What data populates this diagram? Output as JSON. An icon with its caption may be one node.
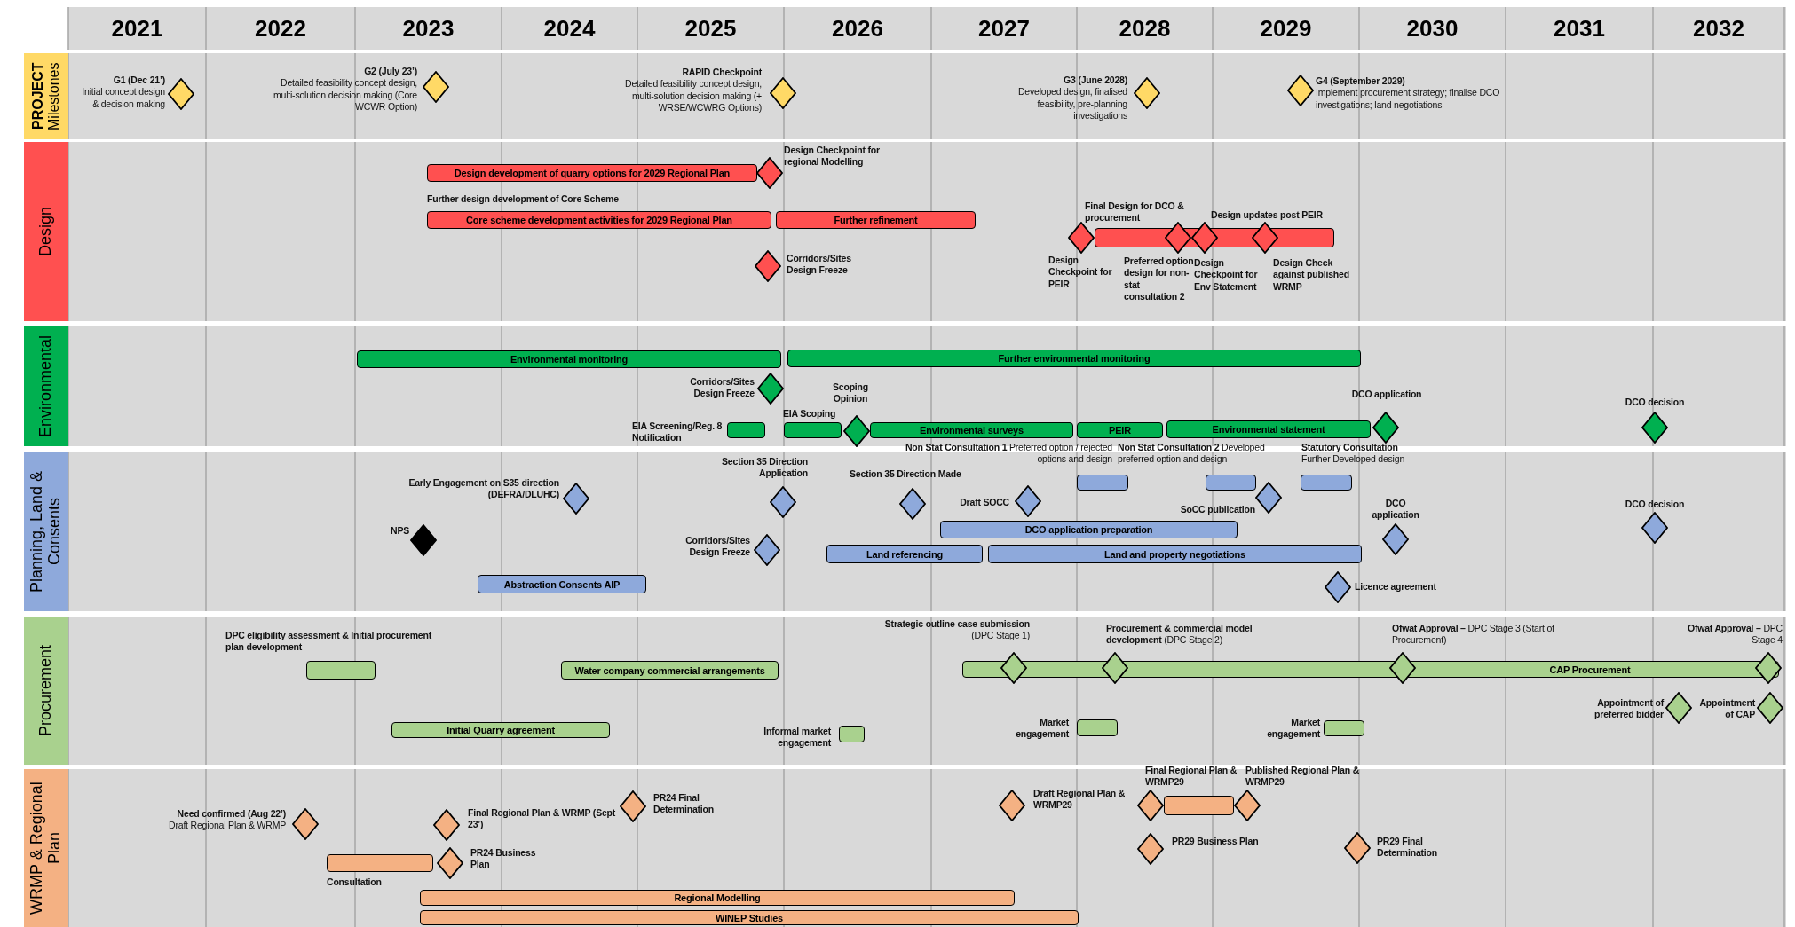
{
  "diagram": {
    "nodes": [
      {
        "text": [
          "PROJECT",
          "Milestones"
        ]
      },
      {
        "text": [],
        "shape": "diamond",
        "in": 0,
        "beside": [
          "G1 (Dec 21’)",
          "Initial concept design & decision making"
        ]
      },
      {
        "text": [],
        "shape": "diamond",
        "in": 0,
        "beside": [
          "G2 (July 23’)",
          "Detailed feasibility concept design, multi-solution decision making (Core WCWR Option)"
        ]
      },
      {
        "text": [],
        "shape": "diamond",
        "in": 0,
        "beside": [
          "RAPID Checkpoint",
          "Detailed feasibility concept design, multi-solution decision making (+ WRSE/WCWRG Options)"
        ]
      },
      {
        "text": [],
        "shape": "diamond",
        "in": 0,
        "beside": [
          "G3 (June 2028)",
          "Developed design, finalised feasibility, pre-planning investigations"
        ]
      },
      {
        "text": [],
        "shape": "diamond",
        "in": 0,
        "beside": [
          "G4 (September 2029)",
          "Implement procurement strategy; finalise DCO investigations; land negotiations"
        ]
      },
      {
        "text": [
          "Design"
        ]
      },
      {
        "text": [
          "Design development of quarry options for 2029 Regional Plan"
        ],
        "in": 6
      },
      {
        "text": [],
        "shape": "diamond",
        "in": 6,
        "beside": [
          "Design Checkpoint for regional Modelling"
        ]
      },
      {
        "text": [
          "Core scheme development activities for 2029 Regional Plan"
        ],
        "in": 6,
        "beside": [
          "Further design development of Core Scheme"
        ]
      },
      {
        "text": [
          "Further refinement"
        ],
        "in": 6
      },
      {
        "text": [],
        "shape": "diamond",
        "in": 6,
        "beside": [
          "Corridors/Sites Design Freeze"
        ]
      },
      {
        "text": [],
        "shape": "bar",
        "in": 6,
        "beside": [
          "Final Design for DCO & procurement",
          "Design updates post PEIR"
        ]
      },
      {
        "text": [],
        "shape": "diamond",
        "in": 6,
        "beside": [
          "Design Checkpoint for PEIR"
        ]
      },
      {
        "text": [],
        "shape": "diamond",
        "in": 6,
        "beside": [
          "Preferred option design for non-stat consultation 2"
        ]
      },
      {
        "text": [],
        "shape": "diamond",
        "in": 6,
        "beside": [
          "Design Checkpoint for Env Statement"
        ]
      },
      {
        "text": [],
        "shape": "diamond",
        "in": 6,
        "beside": [
          "Design Check against published WRMP"
        ]
      },
      {
        "text": [
          "Environmental"
        ]
      },
      {
        "text": [
          "Environmental monitoring"
        ],
        "in": 17
      },
      {
        "text": [
          "Further environmental monitoring"
        ],
        "in": 17
      },
      {
        "text": [],
        "shape": "diamond",
        "in": 17,
        "beside": [
          "Corridors/Sites Design Freeze"
        ]
      },
      {
        "text": [],
        "shape": "bar",
        "in": 17,
        "beside": [
          "EIA Screening/Reg. 8 Notification"
        ]
      },
      {
        "text": [],
        "shape": "bar",
        "in": 17,
        "beside": [
          "EIA Scoping"
        ]
      },
      {
        "text": [],
        "shape": "diamond",
        "in": 17,
        "beside": [
          "Scoping Opinion"
        ]
      },
      {
        "text": [
          "Environmental surveys"
        ],
        "in": 17
      },
      {
        "text": [
          "PEIR"
        ],
        "in": 17
      },
      {
        "text": [
          "Environmental statement"
        ],
        "in": 17
      },
      {
        "text": [],
        "shape": "diamond",
        "in": 17,
        "beside": [
          "DCO application"
        ]
      },
      {
        "text": [],
        "shape": "diamond",
        "in": 17,
        "beside": [
          "DCO decision"
        ]
      },
      {
        "text": [
          "Planning, Land & Consents"
        ]
      },
      {
        "text": [],
        "shape": "diamond",
        "in": 29,
        "beside": [
          "Early Engagement on S35 direction (DEFRA/DLUHC)"
        ]
      },
      {
        "text": [],
        "shape": "diamond",
        "in": 29,
        "beside": [
          "NPS"
        ]
      },
      {
        "text": [
          "Abstraction Consents AIP"
        ],
        "in": 29
      },
      {
        "text": [],
        "shape": "diamond",
        "in": 29,
        "beside": [
          "Section 35 Direction Application"
        ]
      },
      {
        "text": [],
        "shape": "diamond",
        "in": 29,
        "beside": [
          "Corridors/Sites Design Freeze"
        ]
      },
      {
        "text": [
          "Land referencing"
        ],
        "in": 29
      },
      {
        "text": [],
        "shape": "diamond",
        "in": 29,
        "beside": [
          "Section 35 Direction Made"
        ]
      },
      {
        "text": [
          "DCO application preparation"
        ],
        "in": 29
      },
      {
        "text": [],
        "shape": "diamond",
        "in": 29,
        "beside": [
          "Draft SOCC"
        ]
      },
      {
        "text": [
          "Land and property negotiations"
        ],
        "in": 29
      },
      {
        "text": [],
        "shape": "bar",
        "in": 29,
        "beside": [
          "**Non Stat Consultation 1** Preferred option / rejected options and design"
        ]
      },
      {
        "text": [],
        "shape": "bar",
        "in": 29,
        "beside": [
          "**Non Stat Consultation 2** Developed preferred option and design"
        ]
      },
      {
        "text": [],
        "shape": "diamond",
        "in": 29,
        "beside": [
          "SoCC publication"
        ]
      },
      {
        "text": [],
        "shape": "bar",
        "in": 29,
        "beside": [
          "Statutory Consultation",
          "Further Developed design"
        ]
      },
      {
        "text": [],
        "shape": "diamond",
        "in": 29,
        "beside": [
          "Licence agreement"
        ]
      },
      {
        "text": [],
        "shape": "diamond",
        "in": 29,
        "beside": [
          "DCO application"
        ]
      },
      {
        "text": [],
        "shape": "diamond",
        "in": 29,
        "beside": [
          "DCO decision"
        ]
      },
      {
        "text": [
          "Procurement"
        ]
      },
      {
        "text": [],
        "shape": "bar",
        "in": 47,
        "beside": [
          "DPC eligibility assessment & Initial procurement plan development"
        ]
      },
      {
        "text": [
          "Water company commercial arrangements"
        ],
        "in": 47
      },
      {
        "text": [
          "Initial Quarry agreement"
        ],
        "in": 47
      },
      {
        "text": [],
        "shape": "bar",
        "in": 47,
        "beside": [
          "Informal market engagement"
        ]
      },
      {
        "text": [
          "CAP Procurement"
        ],
        "in": 47
      },
      {
        "text": [],
        "shape": "diamond",
        "in": 47,
        "beside": [
          "Strategic outline case submission",
          "(DPC Stage 1)"
        ]
      },
      {
        "text": [],
        "shape": "diamond",
        "in": 47,
        "beside": [
          "**Procurement & commercial model development** (DPC Stage 2)"
        ]
      },
      {
        "text": [],
        "shape": "bar",
        "in": 47,
        "beside": [
          "Market engagement"
        ]
      },
      {
        "text": [],
        "shape": "diamond",
        "in": 47,
        "beside": [
          "**Ofwat Approval –** DPC Stage 3 (Start of Procurement)"
        ]
      },
      {
        "text": [],
        "shape": "bar",
        "in": 47,
        "beside": [
          "Market engagement"
        ]
      },
      {
        "text": [],
        "shape": "diamond",
        "in": 47,
        "beside": [
          "**Ofwat Approval –** DPC Stage 4"
        ]
      },
      {
        "text": [],
        "shape": "diamond",
        "in": 47,
        "beside": [
          "Appointment of preferred bidder"
        ]
      },
      {
        "text": [],
        "shape": "diamond",
        "in": 47,
        "beside": [
          "Appointment of CAP"
        ]
      },
      {
        "text": [
          "WRMP & Regional Plan"
        ]
      },
      {
        "text": [],
        "shape": "diamond",
        "in": 61,
        "beside": [
          "Need confirmed (Aug 22’)",
          "Draft Regional Plan & WRMP"
        ]
      },
      {
        "text": [],
        "shape": "diamond",
        "in": 61,
        "beside": [
          "Final Regional Plan & WRMP (Sept 23’)"
        ]
      },
      {
        "text": [],
        "shape": "bar",
        "in": 61,
        "beside": [
          "Consultation"
        ]
      },
      {
        "text": [],
        "shape": "diamond",
        "in": 61,
        "beside": [
          "PR24 Business Plan"
        ]
      },
      {
        "text": [
          "Regional Modelling"
        ],
        "in": 61
      },
      {
        "text": [
          "WINEP Studies"
        ],
        "in": 61
      },
      {
        "text": [],
        "shape": "diamond",
        "in": 61,
        "beside": [
          "PR24 Final Determination"
        ]
      },
      {
        "text": [],
        "shape": "diamond",
        "in": 61,
        "beside": [
          "Draft Regional Plan & WRMP29"
        ]
      },
      {
        "text": [],
        "shape": "bar",
        "in": 61
      },
      {
        "text": [],
        "shape": "diamond",
        "in": 61,
        "beside": [
          "Final Regional Plan & WRMP29"
        ]
      },
      {
        "text": [],
        "shape": "diamond",
        "in": 61,
        "beside": [
          "Published Regional Plan & WRMP29"
        ]
      },
      {
        "text": [],
        "shape": "diamond",
        "in": 61,
        "beside": [
          "PR29 Business Plan"
        ]
      },
      {
        "text": [],
        "shape": "diamond",
        "in": 61,
        "beside": [
          "PR29 Final Determination"
        ]
      }
    ],
    "labels": [
      "2021",
      "2022",
      "2023",
      "2024",
      "2025",
      "2026",
      "2027",
      "2028",
      "2029",
      "2030",
      "2031",
      "2032"
    ]
  }
}
